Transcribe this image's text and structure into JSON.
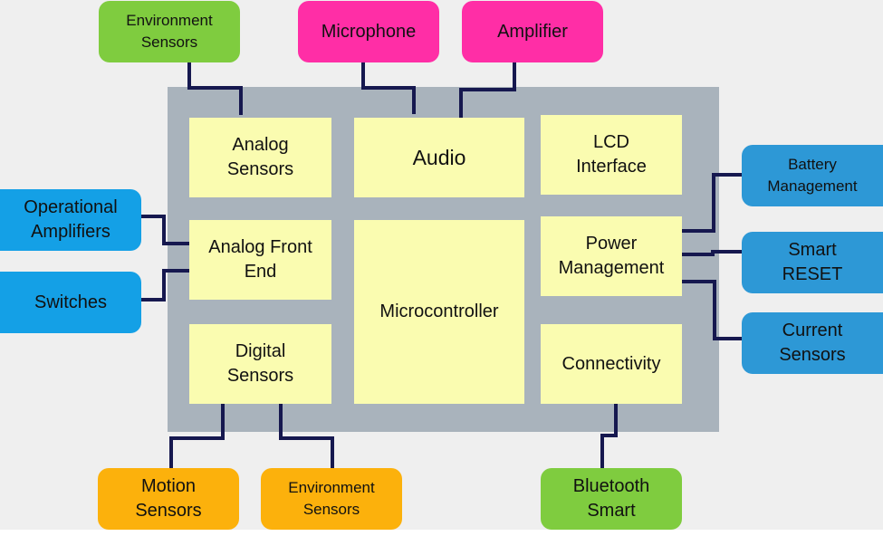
{
  "diagram": {
    "core_blocks": {
      "analog_sensors": "Analog\nSensors",
      "audio": "Audio",
      "lcd_interface": "LCD\nInterface",
      "analog_front_end": "Analog Front\nEnd",
      "microcontroller": "Microcontroller",
      "power_management": "Power\nManagement",
      "digital_sensors": "Digital\nSensors",
      "connectivity": "Connectivity"
    },
    "peripherals": {
      "environment_sensors_top": "Environment\nSensors",
      "microphone": "Microphone",
      "amplifier": "Amplifier",
      "operational_amplifiers": "Operational\nAmplifiers",
      "switches": "Switches",
      "battery_management": "Battery\nManagement",
      "smart_reset": "Smart\nRESET",
      "current_sensors": "Current\nSensors",
      "motion_sensors": "Motion\nSensors",
      "environment_sensors_bottom": "Environment\nSensors",
      "bluetooth_smart": "Bluetooth\nSmart"
    },
    "connections": [
      {
        "from": "Environment Sensors",
        "to": "Analog Sensors"
      },
      {
        "from": "Microphone",
        "to": "Audio"
      },
      {
        "from": "Amplifier",
        "to": "Audio"
      },
      {
        "from": "Operational Amplifiers",
        "to": "Analog Front End"
      },
      {
        "from": "Switches",
        "to": "Analog Front End"
      },
      {
        "from": "Battery Management",
        "to": "Power Management"
      },
      {
        "from": "Smart RESET",
        "to": "Power Management"
      },
      {
        "from": "Current Sensors",
        "to": "Power Management"
      },
      {
        "from": "Motion Sensors",
        "to": "Digital Sensors"
      },
      {
        "from": "Environment Sensors",
        "to": "Digital Sensors"
      },
      {
        "from": "Bluetooth Smart",
        "to": "Connectivity"
      }
    ],
    "colors": {
      "background": "#efefef",
      "board": "#a9b3bc",
      "core_block": "#fafcb0",
      "wire": "#16184f",
      "green": "#7fcc3f",
      "pink": "#ff2ea6",
      "blue": "#14a0e6",
      "orange": "#fcb10c"
    }
  }
}
